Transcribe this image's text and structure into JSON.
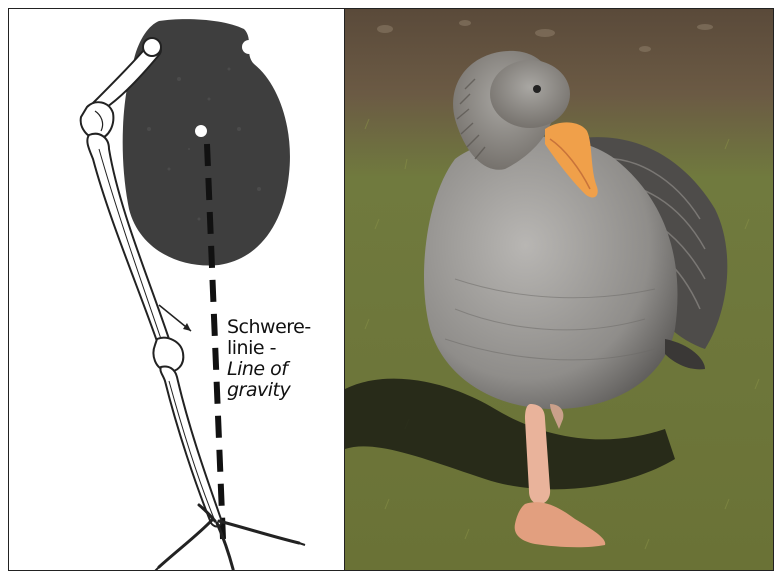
{
  "figure": {
    "label_line1": "Schwere-",
    "label_line2": "linie -",
    "label_line3": "Line of",
    "label_line4": "gravity"
  },
  "colors": {
    "body_fill": "#3d3d3d",
    "gravity_line": "#111111",
    "grass": "#6f7a3a",
    "goose_body": "#9a9896",
    "goose_beak": "#f0a04a"
  }
}
